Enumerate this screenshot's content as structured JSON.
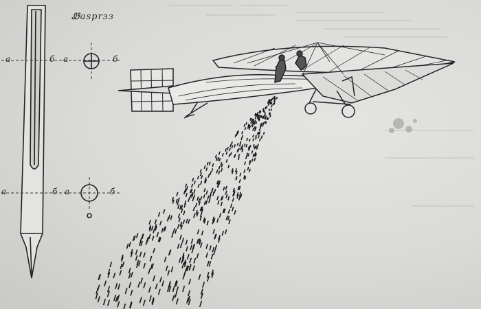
{
  "figure": {
    "caption": "Ꮺasprзз",
    "section_upper": {
      "label_left": "a",
      "label_mid": "б",
      "label_circle_left": "a",
      "label_circle_right": "б"
    },
    "section_lower": {
      "label_left": "a",
      "label_mid": "б",
      "label_circle_left": "a",
      "label_circle_right": "б"
    }
  }
}
